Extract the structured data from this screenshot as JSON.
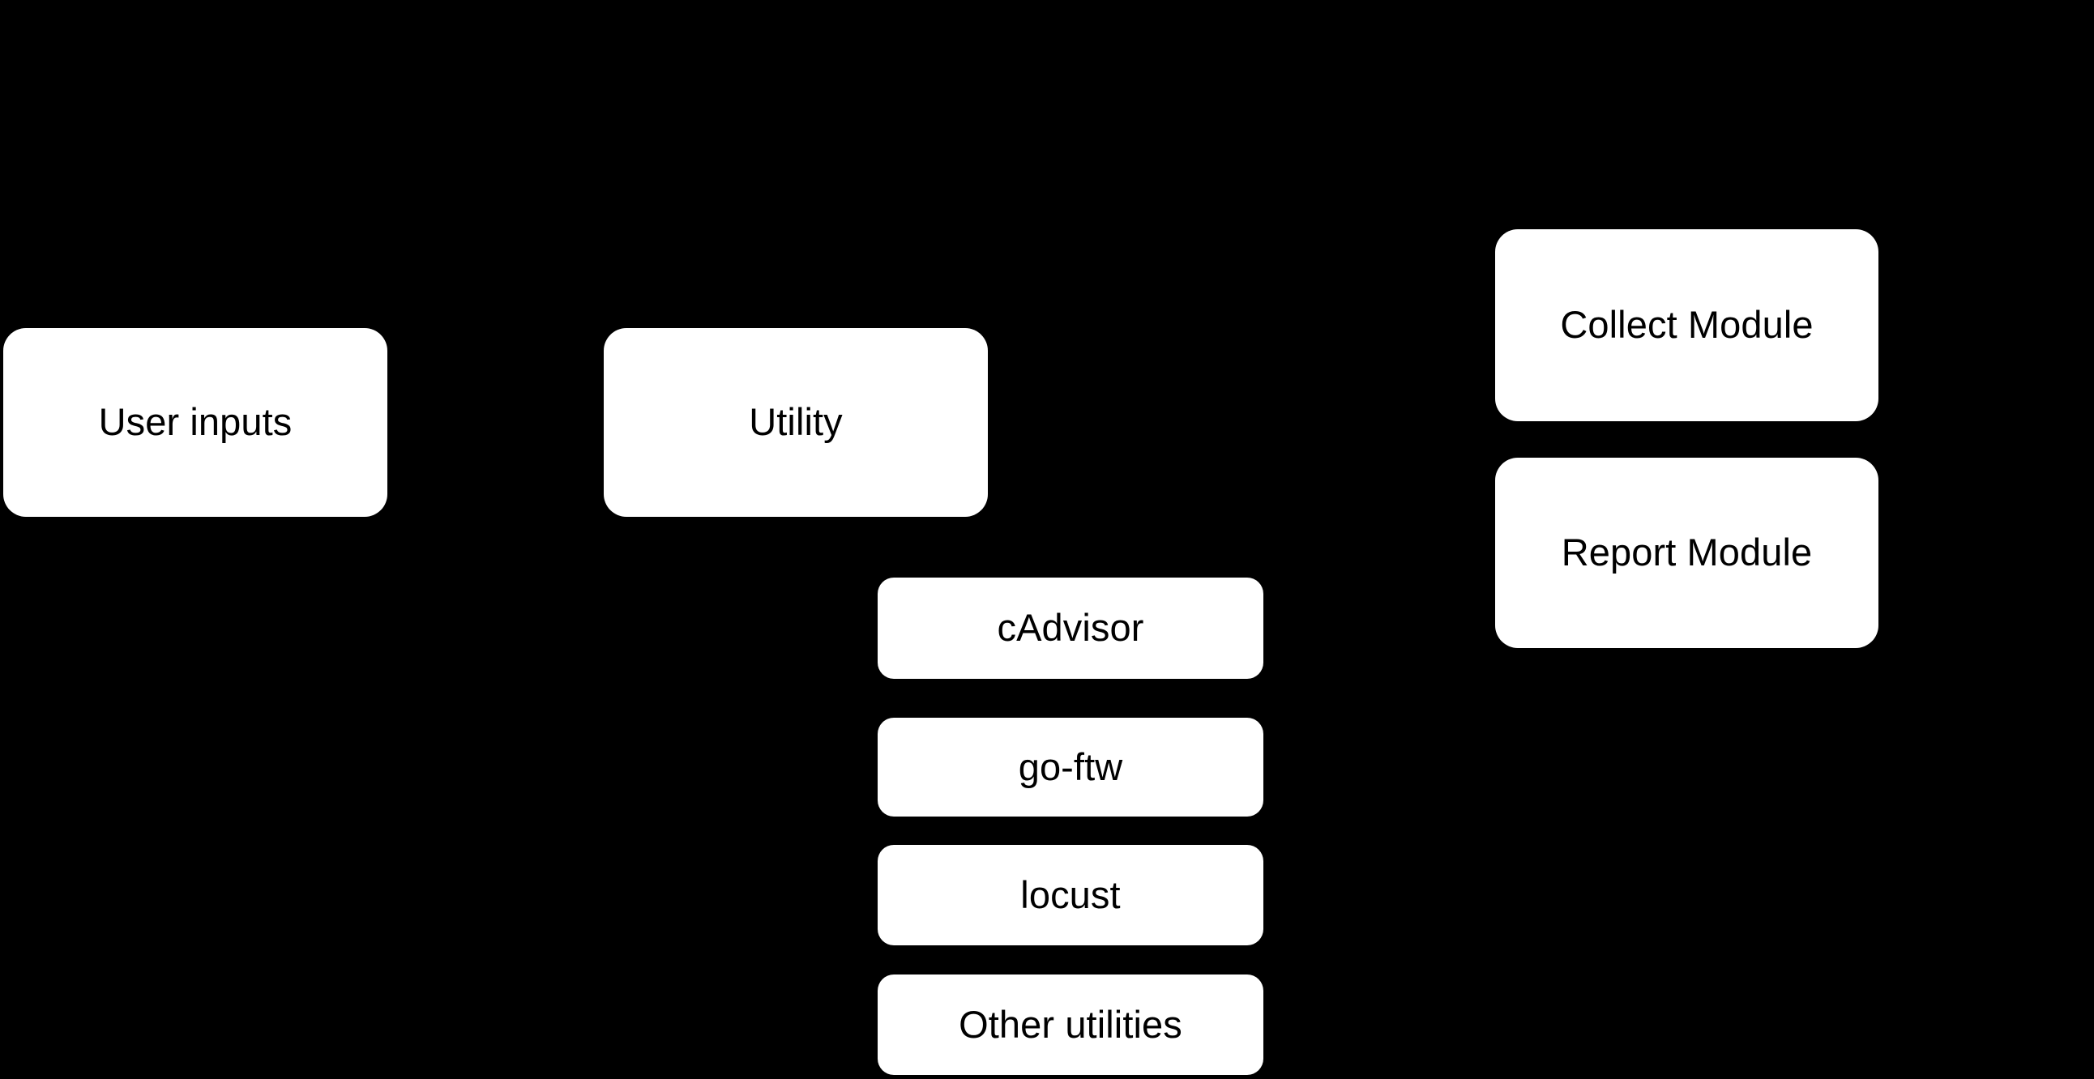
{
  "diagram": {
    "background_color": "#000000",
    "node_fill_color": "#ffffff",
    "node_text_color": "#000000",
    "nodes": [
      {
        "id": "user-inputs",
        "label": "User inputs",
        "group": "inputs"
      },
      {
        "id": "utility",
        "label": "Utility",
        "group": "utility"
      },
      {
        "id": "cadvisor",
        "label": "cAdvisor",
        "group": "utility-tools"
      },
      {
        "id": "go-ftw",
        "label": "go-ftw",
        "group": "utility-tools"
      },
      {
        "id": "locust",
        "label": "locust",
        "group": "utility-tools"
      },
      {
        "id": "other-utilities",
        "label": "Other utilities",
        "group": "utility-tools"
      },
      {
        "id": "collect-module",
        "label": "Collect Module",
        "group": "modules"
      },
      {
        "id": "report-module",
        "label": "Report Module",
        "group": "modules"
      }
    ]
  }
}
